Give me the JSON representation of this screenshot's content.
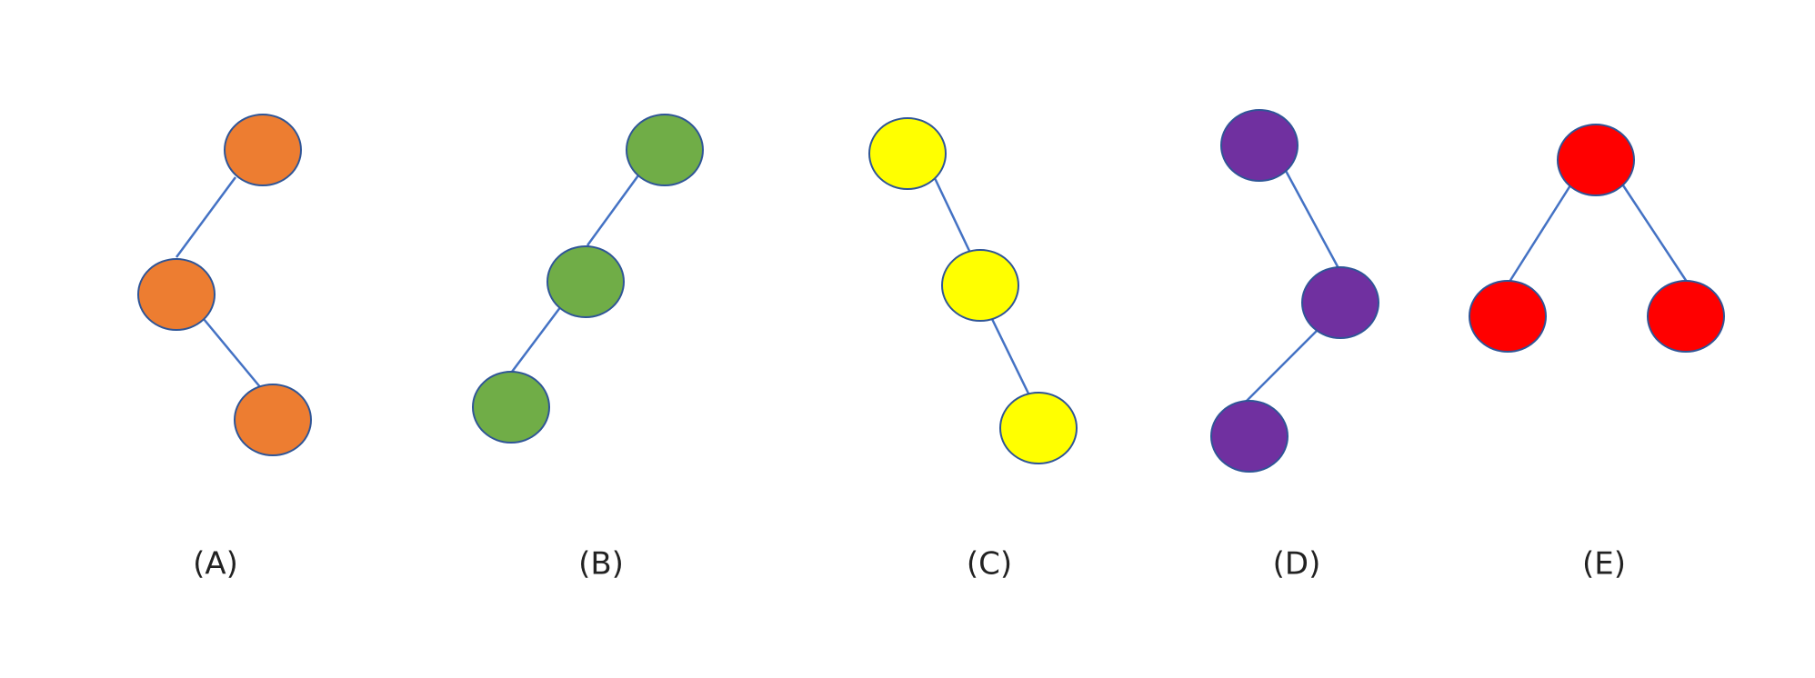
{
  "diagram": {
    "trees": [
      {
        "label": "(A)",
        "color": "#ed7d31"
      },
      {
        "label": "(B)",
        "color": "#70ad47"
      },
      {
        "label": "(C)",
        "color": "#ffff00"
      },
      {
        "label": "(D)",
        "color": "#7030a0"
      },
      {
        "label": "(E)",
        "color": "#ff0000"
      }
    ]
  }
}
